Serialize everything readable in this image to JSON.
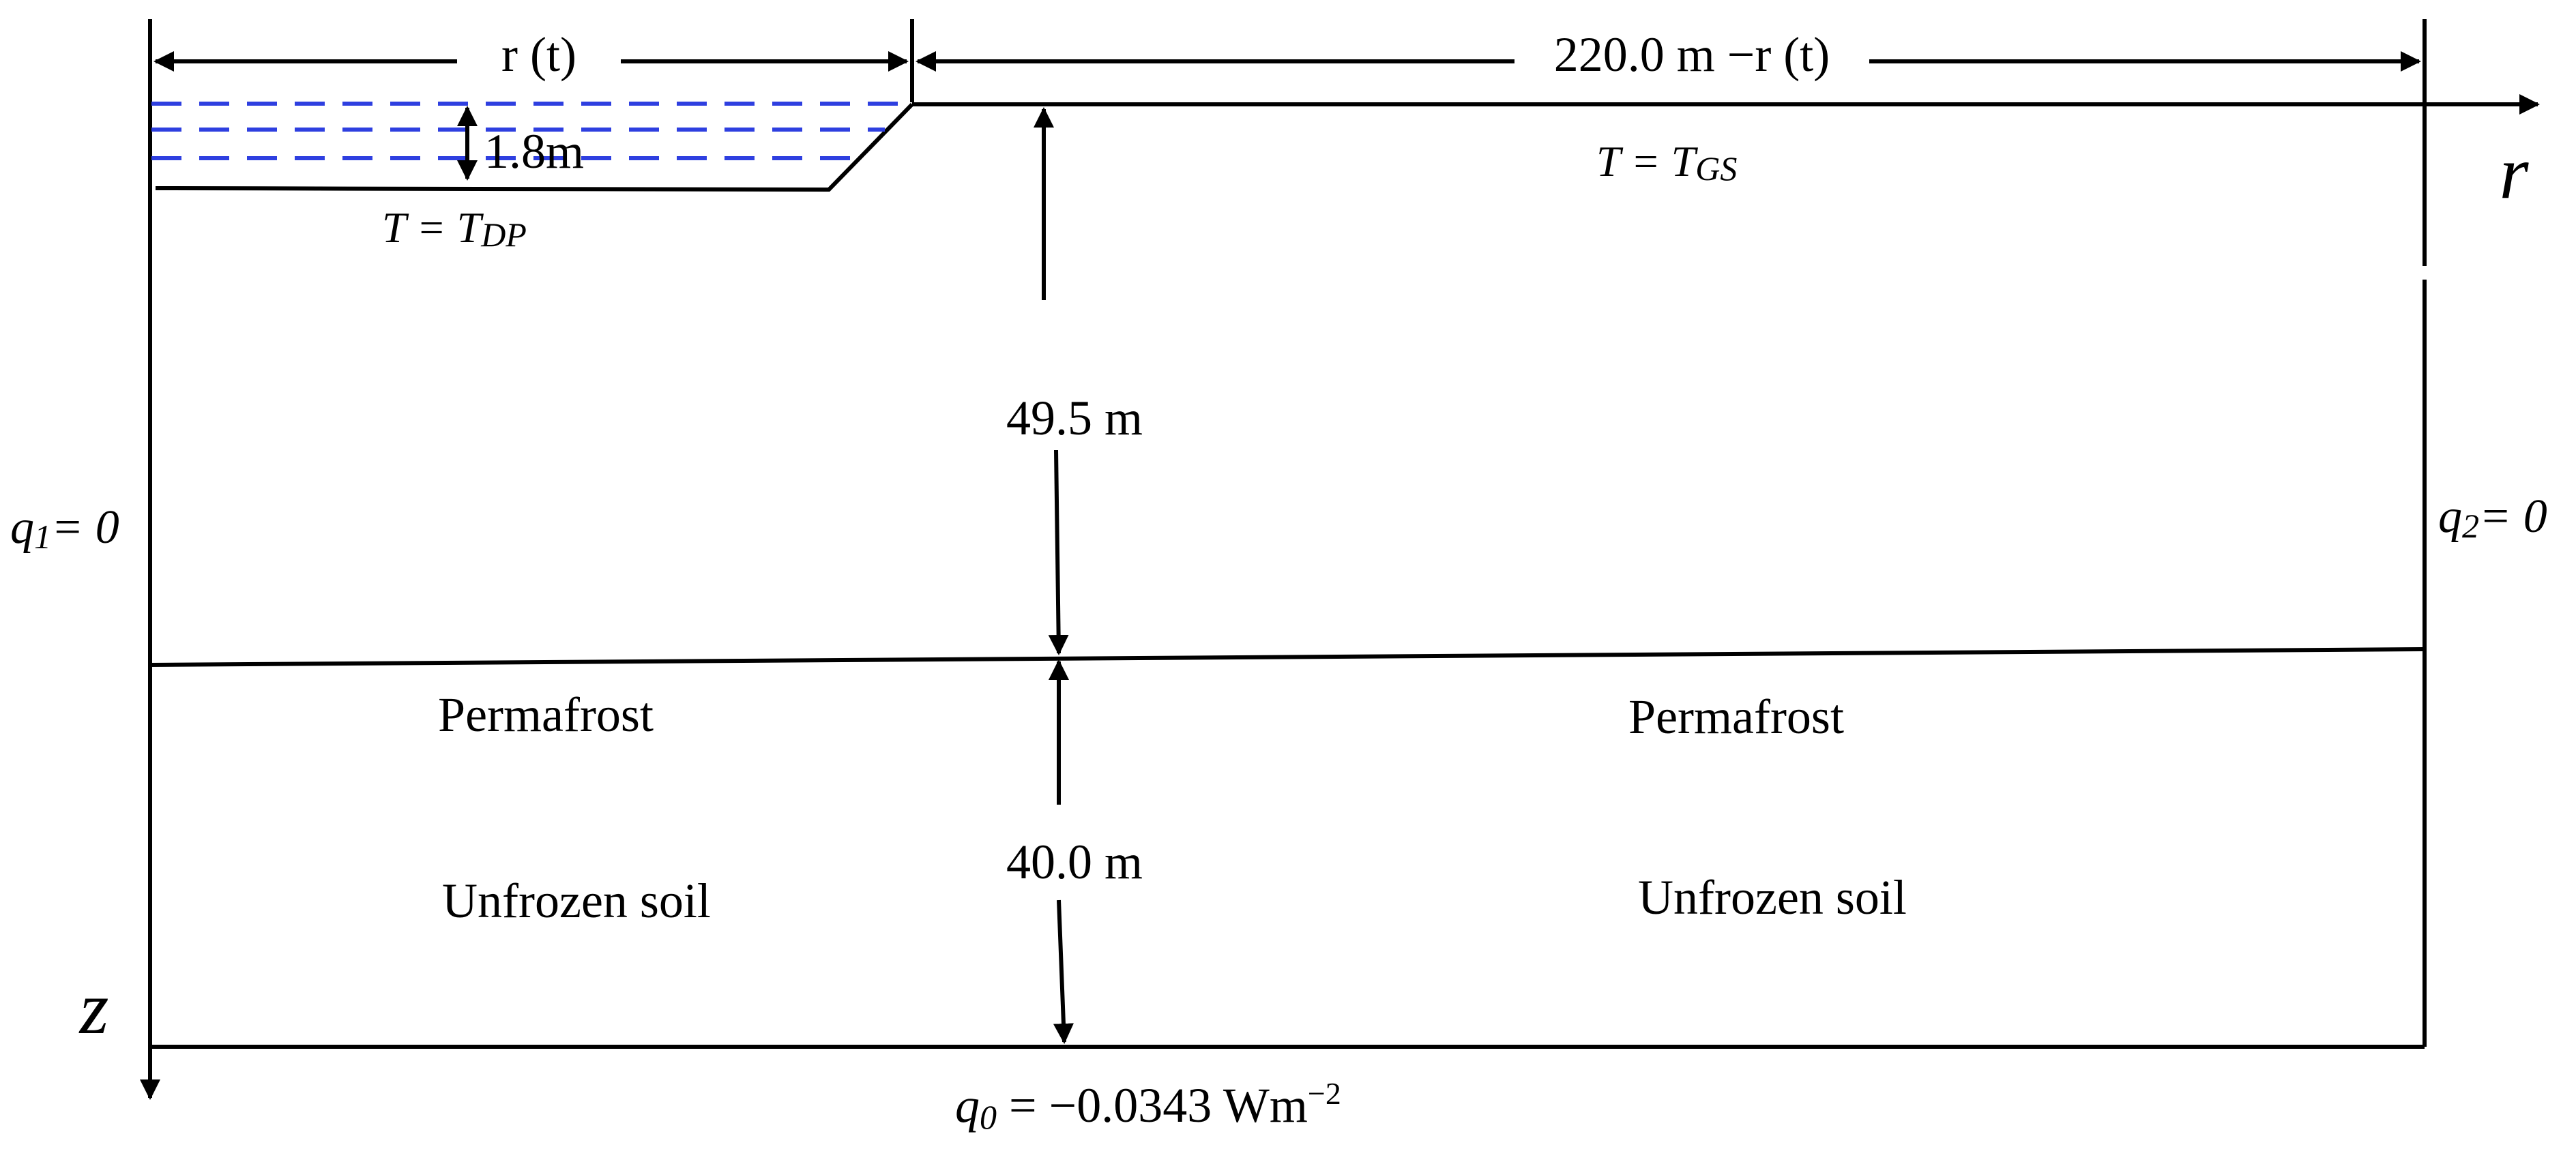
{
  "labels": {
    "r_t": "r (t)",
    "width_right": "220.0 m −r (t)",
    "pond_depth": "1.8m",
    "t_dp_main": "T = T",
    "t_dp_sub": "DP",
    "t_gs_main": "T = T",
    "t_gs_sub": "GS",
    "r_axis": "r",
    "z_axis": "z",
    "depth_top": "49.5 m",
    "depth_bottom": "40.0 m",
    "permafrost_left": "Permafrost",
    "permafrost_right": "Permafrost",
    "unfrozen_left": "Unfrozen soil",
    "unfrozen_right": "Unfrozen soil",
    "q1_main": "q",
    "q1_sub": "1",
    "q1_rest": "= 0",
    "q2_main": "q",
    "q2_sub": "2",
    "q2_rest": "= 0",
    "q0_main": "q",
    "q0_sub": "0",
    "q0_rest": " = −0.0343 Wm",
    "q0_sup": "−2"
  },
  "colors": {
    "water_lines": "#2e3fe0",
    "lines": "#000000"
  }
}
